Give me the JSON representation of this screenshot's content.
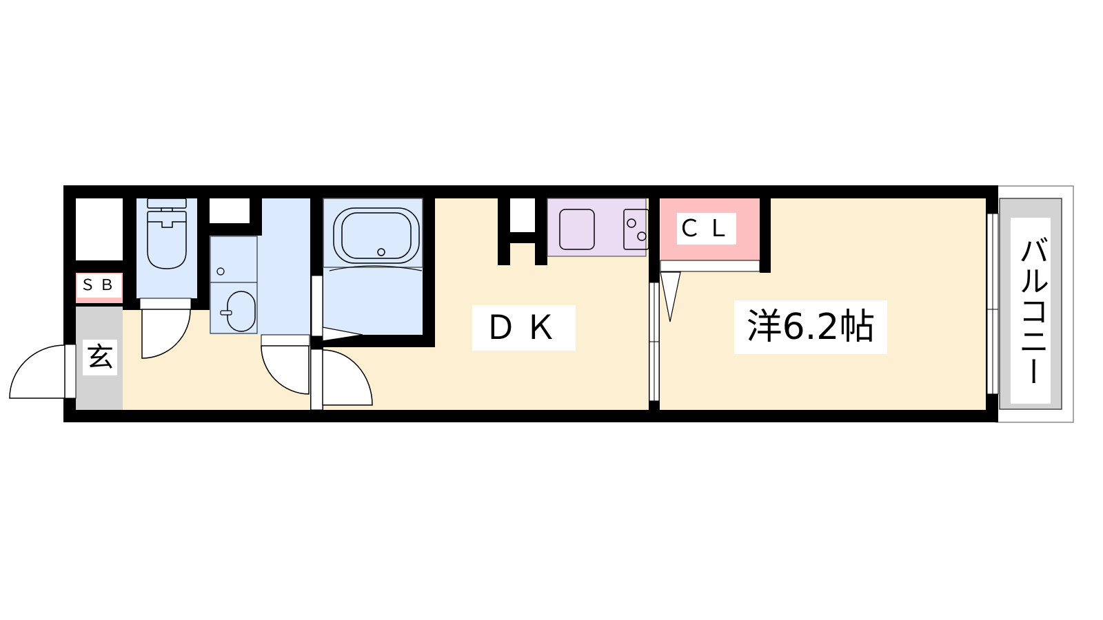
{
  "floorplan": {
    "colors": {
      "wall": "#000000",
      "living_floor": "#fdf0d2",
      "wet_area": "#dbeafc",
      "kitchen": "#ecdcf3",
      "closet": "#fdbfbf",
      "entrance": "#d3d3d3",
      "balcony": "#d3d3d3",
      "storage_void": "#ffffff"
    },
    "rooms": {
      "dk": {
        "label": "ＤＫ"
      },
      "western_room": {
        "label": "洋6.2帖"
      },
      "closet": {
        "label": "ＣＬ"
      },
      "shoe_box": {
        "label": "ＳＢ"
      },
      "entrance": {
        "label": "玄"
      },
      "balcony": {
        "label": "バルコニー"
      }
    },
    "fixtures": {
      "toilet": "toilet-icon",
      "washbasin": "washbasin-icon",
      "washing_machine": "washing-machine-icon",
      "bathtub": "bathtub-icon",
      "sink": "sink-icon",
      "stove": "two-burner-stove-icon"
    }
  }
}
